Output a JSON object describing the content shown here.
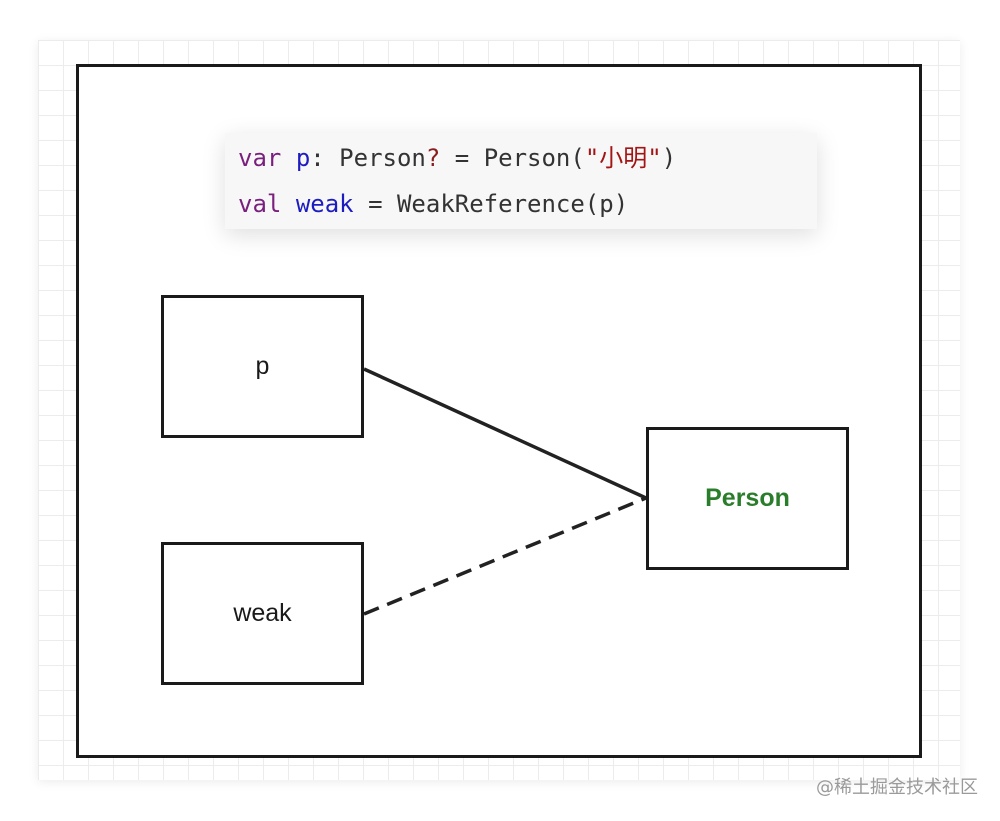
{
  "code": {
    "line1": {
      "kw": "var",
      "ident": "p",
      "colon": ":",
      "type": "Person",
      "qm": "?",
      "eq": "=",
      "ctor": "Person(",
      "str": "\"小明\"",
      "close": ")"
    },
    "line2": {
      "kw": "val",
      "ident": "weak",
      "eq": "=",
      "call": "WeakReference(p)"
    }
  },
  "nodes": {
    "p": "p",
    "weak": "weak",
    "person": "Person"
  },
  "edges": [
    {
      "from": "p",
      "to": "Person",
      "style": "solid"
    },
    {
      "from": "weak",
      "to": "Person",
      "style": "dashed"
    }
  ],
  "colors": {
    "person_text": "#2a7d2a",
    "keyword": "#7a1f7e",
    "identifier": "#1d1dbf",
    "string": "#a31515"
  },
  "watermark": "@稀土掘金技术社区"
}
